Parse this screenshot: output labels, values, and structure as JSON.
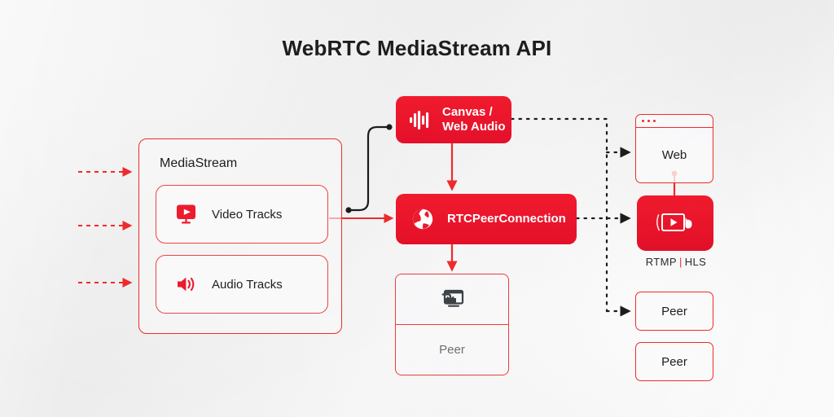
{
  "page": {
    "title": "WebRTC MediaStream API",
    "background_color": "#f1f1f2",
    "accent_color": "#ee2b2b",
    "accent_dark": "#e10f28",
    "line_color": "#1c1c1c"
  },
  "mediastream": {
    "label": "MediaStream",
    "tracks": [
      {
        "label": "Video Tracks",
        "icon": "video-monitor-icon"
      },
      {
        "label": "Audio Tracks",
        "icon": "speaker-icon"
      }
    ],
    "inputs": [
      {
        "name": "input-source-1"
      },
      {
        "name": "input-source-2"
      },
      {
        "name": "input-source-3"
      }
    ]
  },
  "processing": {
    "canvas": {
      "line1": "Canvas /",
      "line2": "Web Audio",
      "icon": "audio-waveform-icon"
    },
    "peerconnection": {
      "label": "RTCPeerConnection",
      "icon": "globe-icon"
    },
    "local_peer": {
      "label": "Peer",
      "icon": "screen-share-icon"
    }
  },
  "outputs": {
    "web": {
      "label": "Web",
      "icon": "browser-window-icon"
    },
    "stream": {
      "protocol_1": "RTMP",
      "separator": "|",
      "protocol_2": "HLS",
      "icon": "video-player-icon"
    },
    "peers": [
      {
        "label": "Peer"
      },
      {
        "label": "Peer"
      }
    ]
  }
}
